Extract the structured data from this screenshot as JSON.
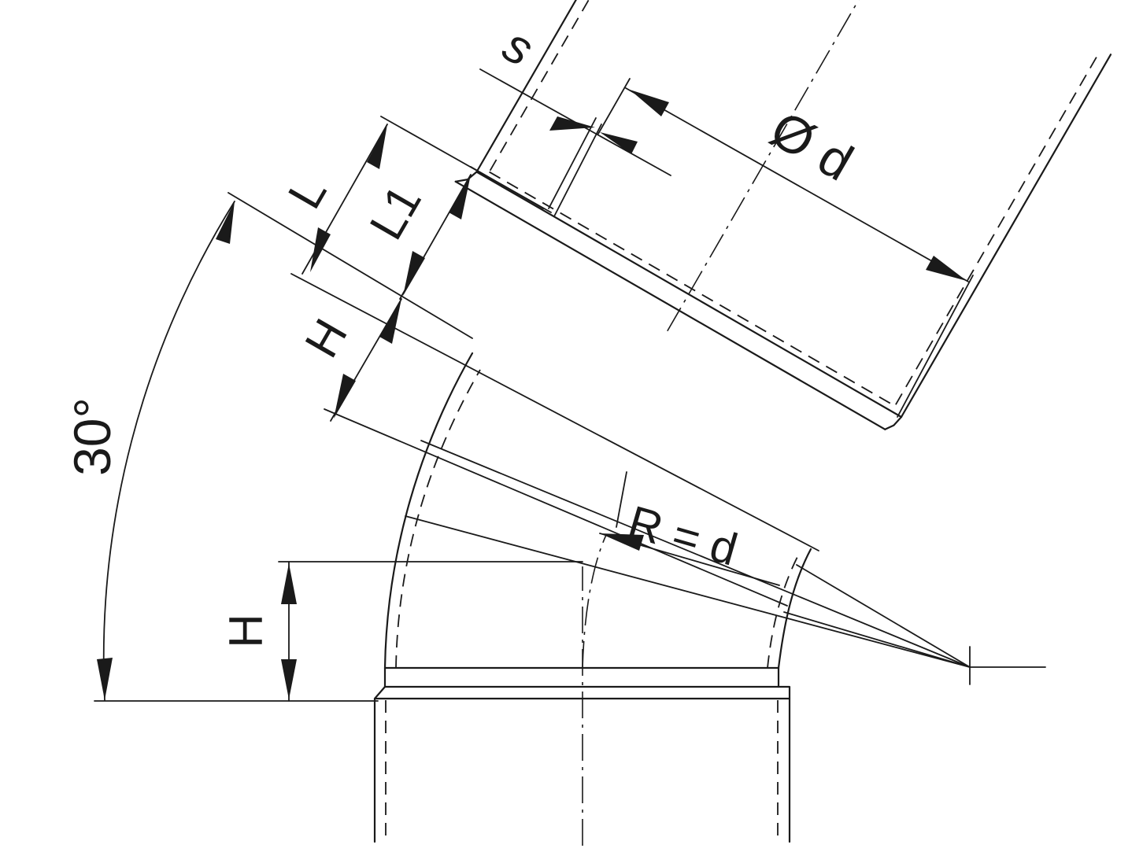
{
  "labels": {
    "s": "s",
    "diameter": "Ø d",
    "L": "L",
    "L1": "L1",
    "H_top": "H",
    "angle": "30°",
    "radius": "R = d",
    "H_bottom": "H"
  },
  "colors": {
    "line": "#1a1a1a",
    "background": "#ffffff"
  }
}
